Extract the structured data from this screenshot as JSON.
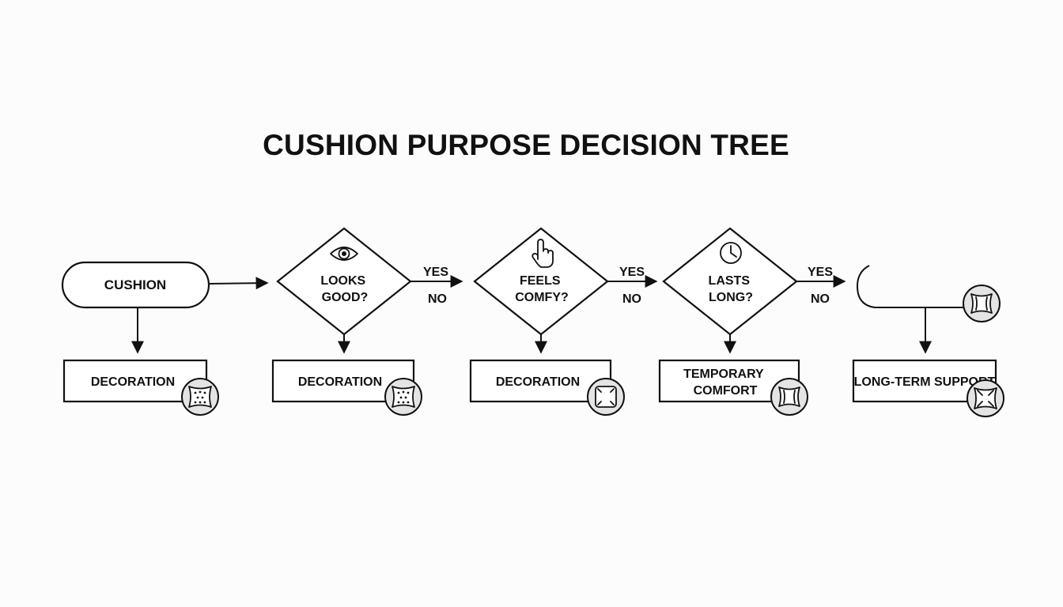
{
  "title": "CUSHION PURPOSE DECISION TREE",
  "start": {
    "label": "CUSHION"
  },
  "decisions": [
    {
      "lines": [
        "LOOKS",
        "GOOD?"
      ],
      "icon": "eye-icon",
      "yes": "YES",
      "no": "NO"
    },
    {
      "lines": [
        "FEELS",
        "COMFY?"
      ],
      "icon": "hand-pointer-icon",
      "yes": "YES",
      "no": "NO"
    },
    {
      "lines": [
        "LASTS",
        "LONG?"
      ],
      "icon": "clock-icon",
      "yes": "YES",
      "no": "NO"
    }
  ],
  "outcomes": [
    {
      "lines": [
        "DECORATION"
      ],
      "icon": "cushion-dotted-icon"
    },
    {
      "lines": [
        "DECORATION"
      ],
      "icon": "cushion-dotted-icon"
    },
    {
      "lines": [
        "DECORATION"
      ],
      "icon": "cushion-square-icon"
    },
    {
      "lines": [
        "TEMPORARY",
        "COMFORT"
      ],
      "icon": "cushion-pinched-icon"
    },
    {
      "lines": [
        "LONG-TERM SUPPORT"
      ],
      "icon": "cushion-tufted-icon"
    }
  ],
  "end_node_icon": "cushion-pinched-icon",
  "colors": {
    "stroke": "#111111",
    "background": "#fcfcfc",
    "badge_fill": "#e4e4e4"
  }
}
